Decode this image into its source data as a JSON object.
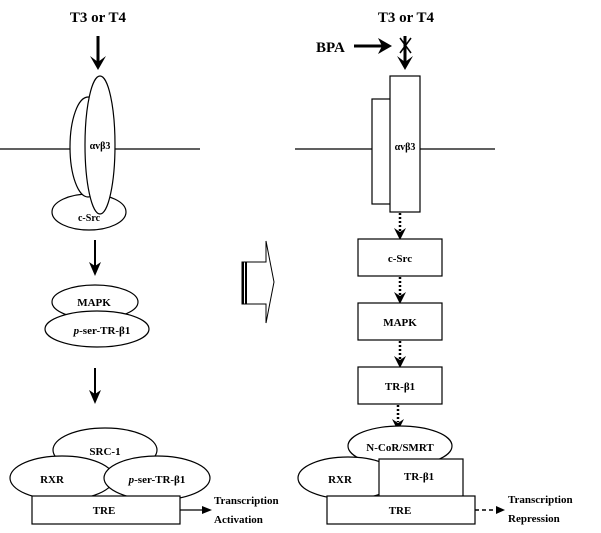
{
  "left_panel": {
    "stimulus": "T3 or T4",
    "receptor": "αvβ3",
    "kinase1": "c-Src",
    "kinase2": "MAPK",
    "phospho_receptor": "p-ser-TR-β1",
    "phospho_prefix": "p",
    "phospho_suffix": "-ser-TR-β1",
    "coactivator": "SRC-1",
    "partner": "RXR",
    "bound_receptor_prefix": "p",
    "bound_receptor_suffix": "-ser-TR-β1",
    "element": "TRE",
    "outcome_line1": "Transcription",
    "outcome_line2": "Activation"
  },
  "transition": {
    "icon": "block-right-arrow"
  },
  "right_panel": {
    "stimulus": "T3 or T4",
    "inhibitor": "BPA",
    "block_mark": "×",
    "receptor": "αvβ3",
    "kinase1": "c-Src",
    "kinase2": "MAPK",
    "receptor2": "TR-β1",
    "corepressor": "N-CoR/SMRT",
    "partner": "RXR",
    "bound_receptor": "TR-β1",
    "element": "TRE",
    "outcome_line1": "Transcription",
    "outcome_line2": "Repression"
  }
}
